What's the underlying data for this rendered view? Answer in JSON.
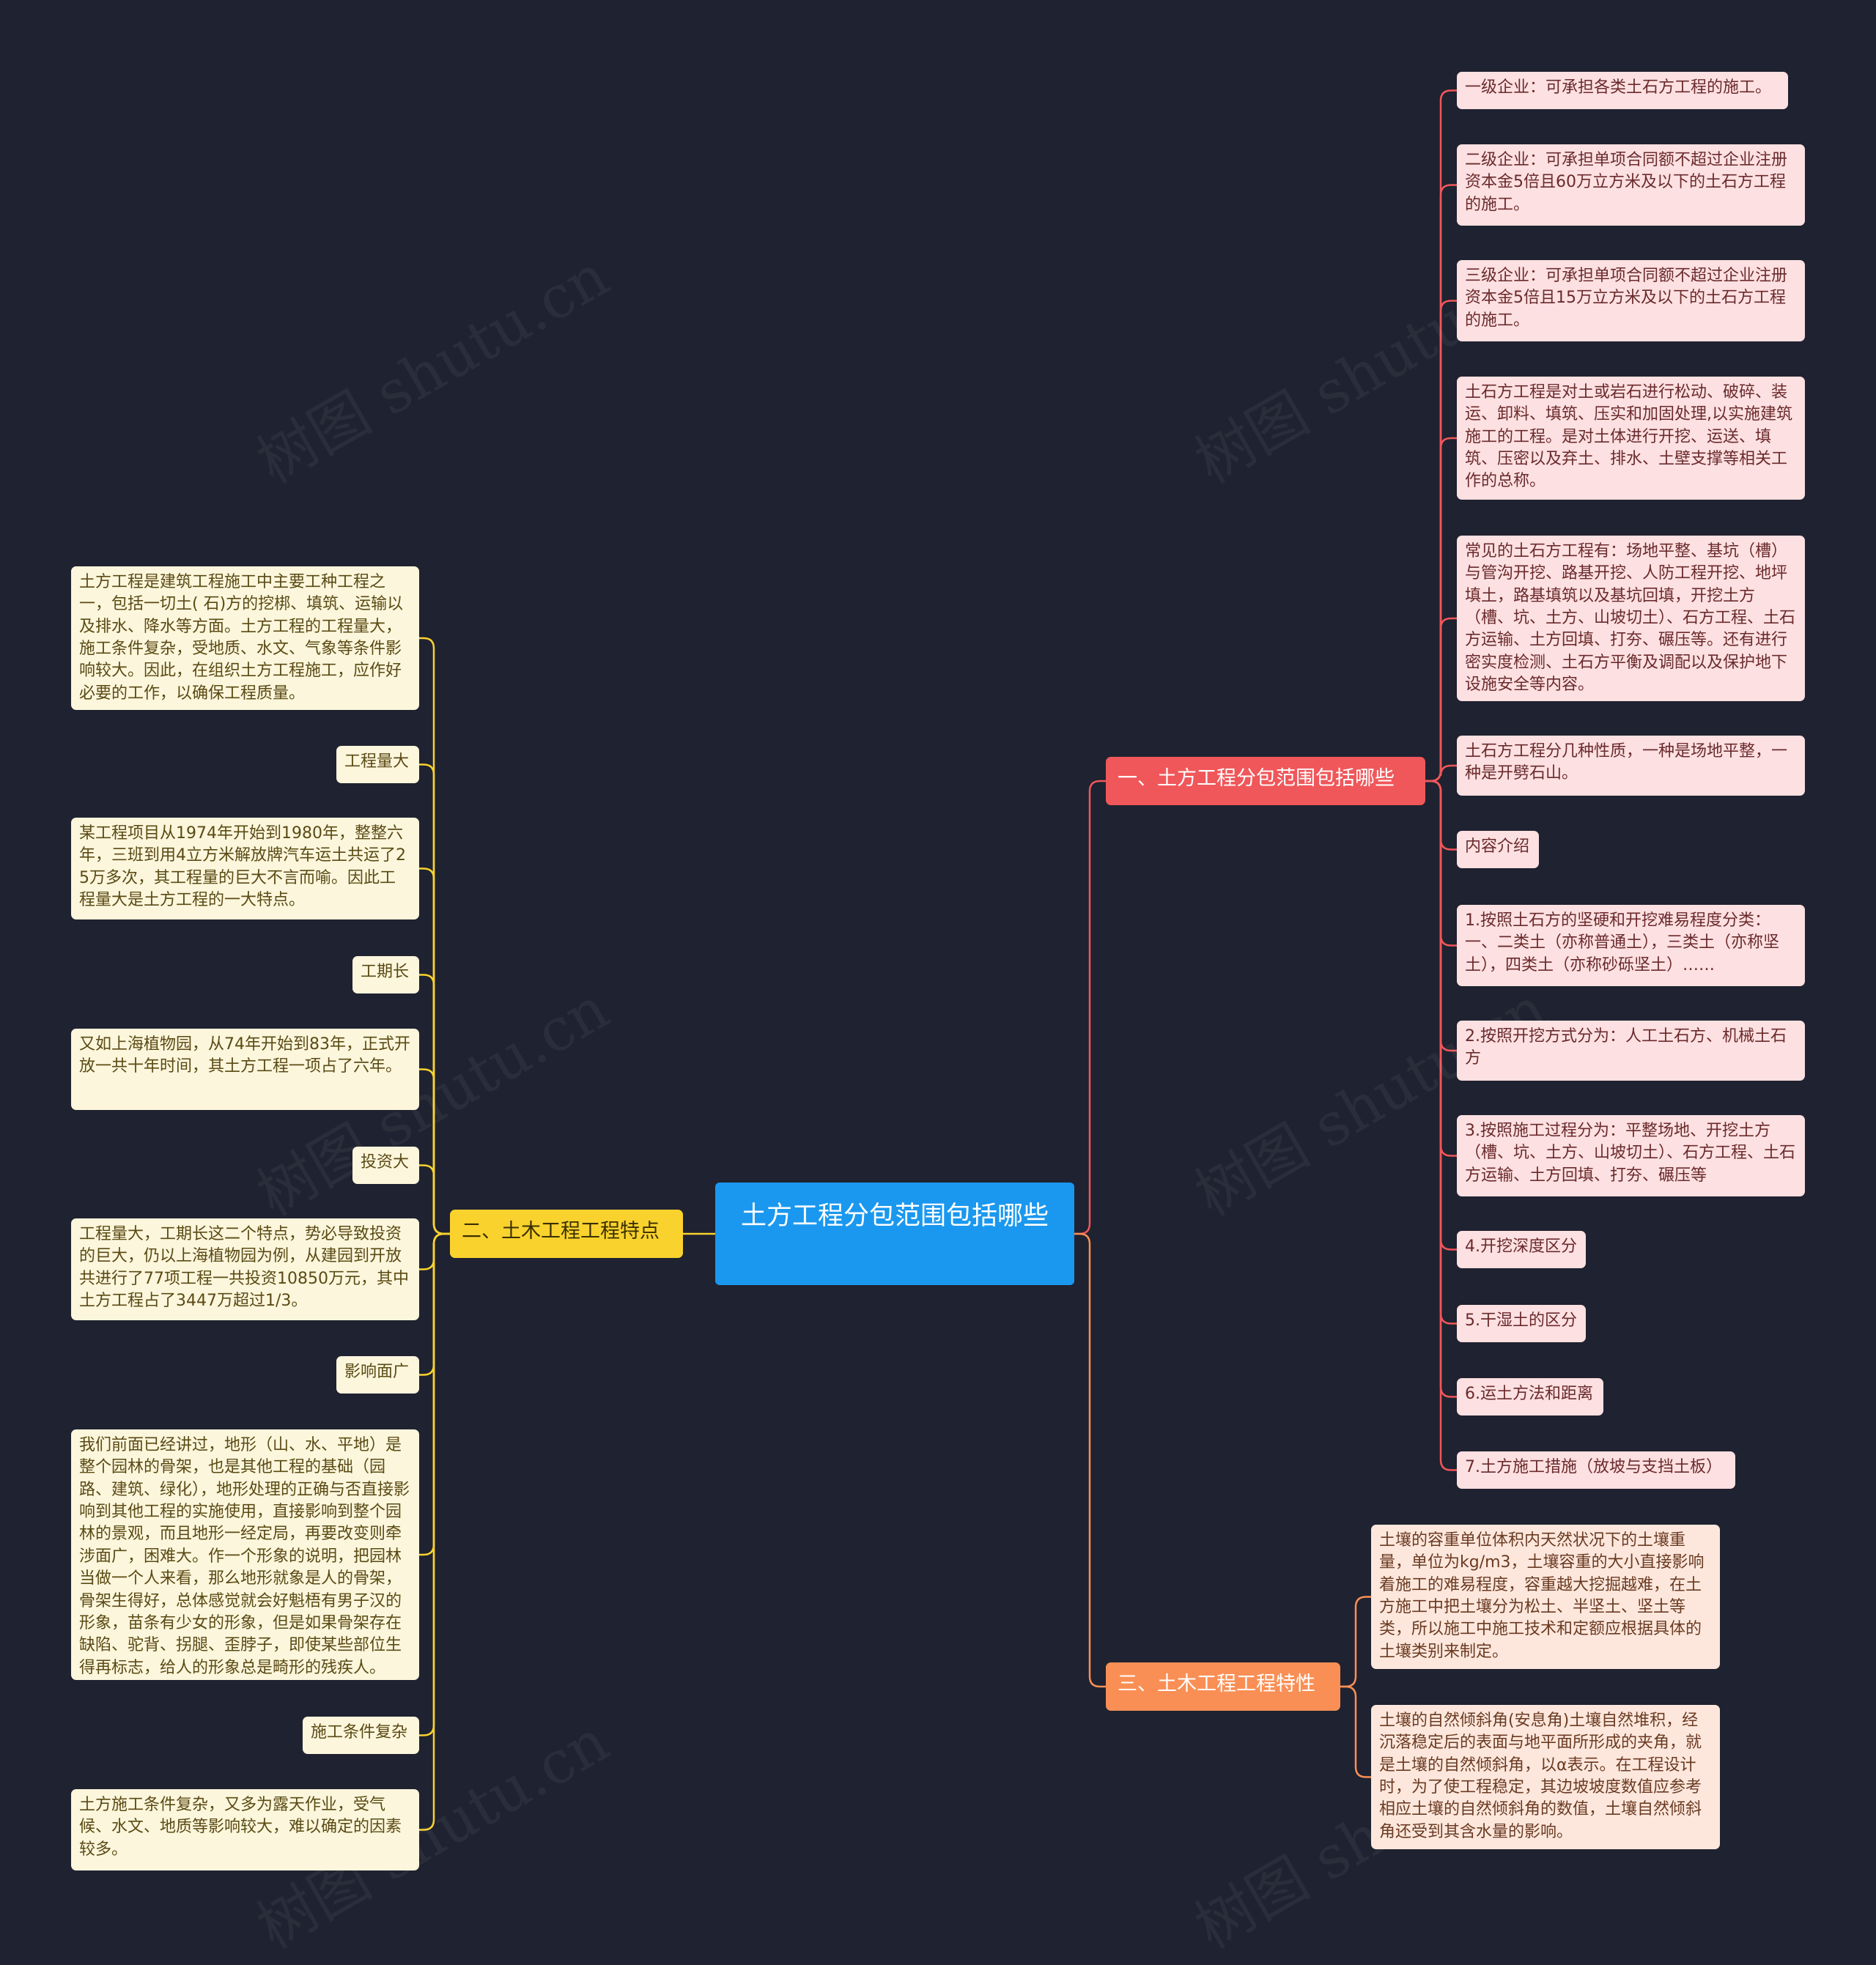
{
  "colors": {
    "background": "#1f2230",
    "root": "#1a98ef",
    "branch_scope": "#f0575a",
    "branch_features": "#f9d22e",
    "branch_properties": "#f98f55",
    "leaf_scope": "#fde0e1",
    "leaf_features": "#fcf6dc",
    "leaf_properties": "#fde7dc"
  },
  "watermark": "树图 shutu.cn",
  "root": "土方工程分包范围包括哪些",
  "branches": {
    "scope": {
      "label": "一、土方工程分包范围包括哪些",
      "items": [
        "一级企业：可承担各类土石方工程的施工。",
        "二级企业：可承担单项合同额不超过企业注册资本金5倍且60万立方米及以下的土石方工程的施工。",
        "三级企业：可承担单项合同额不超过企业注册资本金5倍且15万立方米及以下的土石方工程的施工。",
        "土石方工程是对土或岩石进行松动、破碎、装运、卸料、填筑、压实和加固处理,以实施建筑施工的工程。是对土体进行开挖、运送、填筑、压密以及弃土、排水、土壁支撑等相关工作的总称。",
        "常见的土石方工程有：场地平整、基坑（槽）与管沟开挖、路基开挖、人防工程开挖、地坪填土，路基填筑以及基坑回填，开挖土方（槽、坑、土方、山坡切土）、石方工程、土石方运输、土方回填、打夯、碾压等。还有进行密实度检测、土石方平衡及调配以及保护地下设施安全等内容。",
        "土石方工程分几种性质，一种是场地平整，一种是开劈石山。",
        "内容介绍",
        "1.按照土石方的坚硬和开挖难易程度分类：一、二类土（亦称普通土），三类土（亦称坚土），四类土（亦称砂砾坚土）……",
        "2.按照开挖方式分为：人工土石方、机械土石方",
        "3.按照施工过程分为：平整场地、开挖土方（槽、坑、土方、山坡切土）、石方工程、土石方运输、土方回填、打夯、碾压等",
        "4.开挖深度区分",
        "5.干湿土的区分",
        "6.运土方法和距离",
        "7.土方施工措施（放坡与支挡土板）"
      ]
    },
    "features": {
      "label": "二、土木工程工程特点",
      "items": [
        "土方工程是建筑工程施工中主要工种工程之一，包括一切土( 石)方的挖梆、填筑、运输以及排水、降水等方面。土方工程的工程量大，施工条件复杂，受地质、水文、气象等条件影响较大。因此，在组织土方工程施工，应作好必要的工作，以确保工程质量。",
        "工程量大",
        "某工程项目从1974年开始到1980年，整整六年，三班到用4立方米解放牌汽车运土共运了25万多次，其工程量的巨大不言而喻。因此工程量大是土方工程的一大特点。",
        "工期长",
        "又如上海植物园，从74年开始到83年，正式开放一共十年时间，其土方工程一项占了六年。",
        "投资大",
        "工程量大，工期长这二个特点，势必导致投资的巨大，仍以上海植物园为例，从建园到开放共进行了77项工程一共投资10850万元，其中土方工程占了3447万超过1/3。",
        "影响面广",
        "我们前面已经讲过，地形（山、水、平地）是整个园林的骨架，也是其他工程的基础（园路、建筑、绿化），地形处理的正确与否直接影响到其他工程的实施使用，直接影响到整个园林的景观，而且地形一经定局，再要改变则牵涉面广，困难大。作一个形象的说明，把园林当做一个人来看，那么地形就象是人的骨架，骨架生得好，总体感觉就会好魁梧有男子汉的形象，苗条有少女的形象，但是如果骨架存在缺陷、驼背、拐腿、歪脖子，即使某些部位生得再标志，给人的形象总是畸形的残疾人。",
        "施工条件复杂",
        "土方施工条件复杂，又多为露天作业，受气候、水文、地质等影响较大，难以确定的因素较多。"
      ]
    },
    "properties": {
      "label": "三、土木工程工程特性",
      "items": [
        "土壤的容重单位体积内天然状况下的土壤重量，单位为kg/m3，土壤容重的大小直接影响着施工的难易程度，容重越大挖掘越难，在土方施工中把土壤分为松土、半坚土、坚土等类，所以施工中施工技术和定额应根据具体的土壤类别来制定。",
        "土壤的自然倾斜角(安息角)土壤自然堆积，经沉落稳定后的表面与地平面所形成的夹角，就是土壤的自然倾斜角，以α表示。在工程设计时，为了使工程稳定，其边坡坡度数值应参考相应土壤的自然倾斜角的数值，土壤自然倾斜角还受到其含水量的影响。"
      ]
    }
  }
}
